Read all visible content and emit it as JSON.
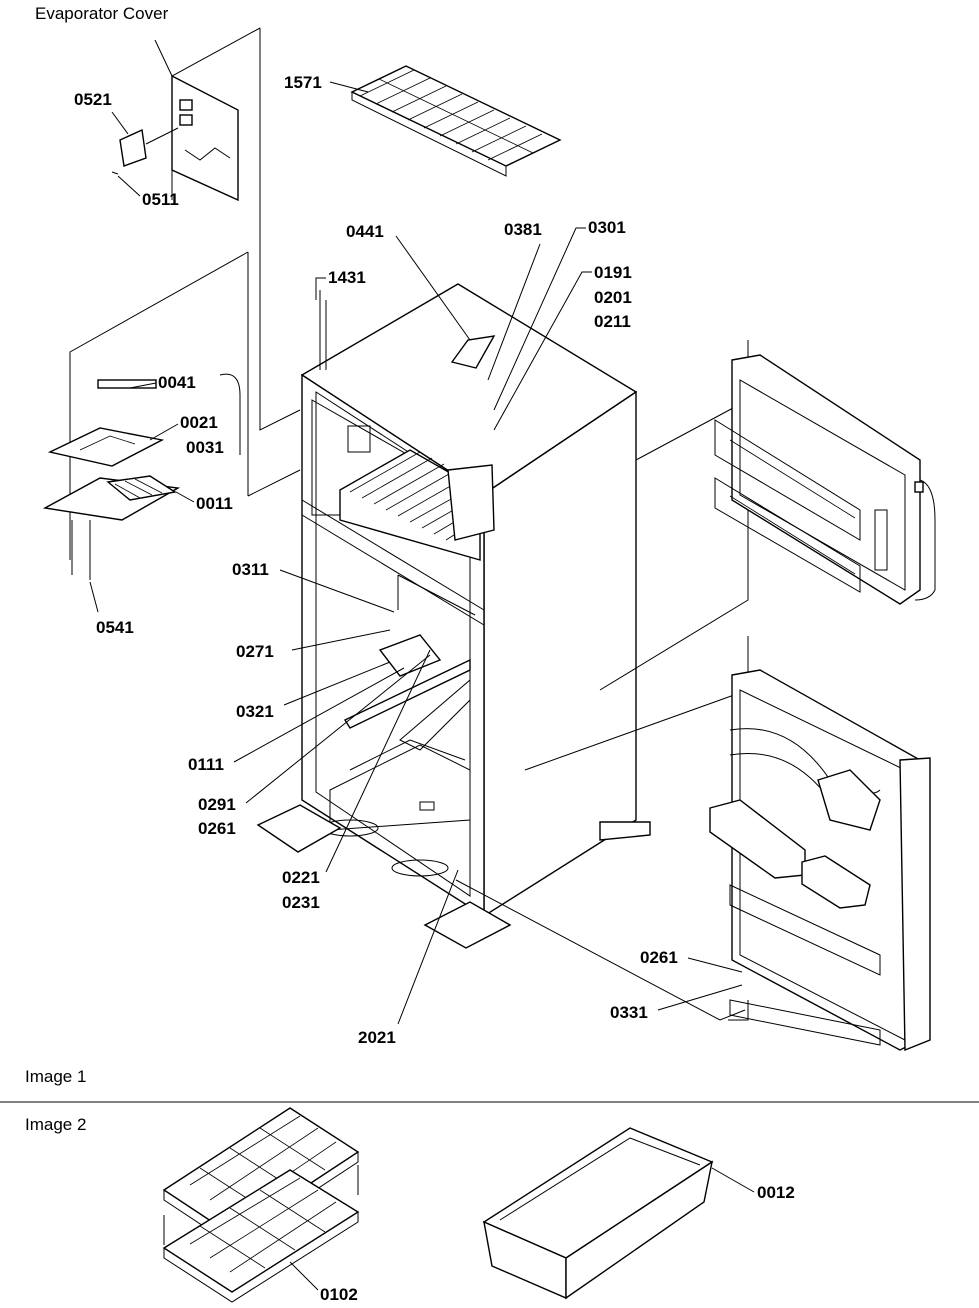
{
  "captions": {
    "evaporator_cover": "Evaporator Cover",
    "image1": "Image 1",
    "image2": "Image 2"
  },
  "part_labels": {
    "p1571": "1571",
    "p0521": "0521",
    "p0511": "0511",
    "p0441": "0441",
    "p0381": "0381",
    "p0301": "0301",
    "p0191": "0191",
    "p0201": "0201",
    "p0211": "0211",
    "p1431": "1431",
    "p0041": "0041",
    "p0021": "0021",
    "p0031": "0031",
    "p0011": "0011",
    "p0541": "0541",
    "p0311": "0311",
    "p0271": "0271",
    "p0321": "0321",
    "p0111": "0111",
    "p0291": "0291",
    "p0261a": "0261",
    "p0221": "0221",
    "p0231": "0231",
    "p2021": "2021",
    "p0261b": "0261",
    "p0331": "0331",
    "p0012": "0012",
    "p0102": "0102"
  }
}
